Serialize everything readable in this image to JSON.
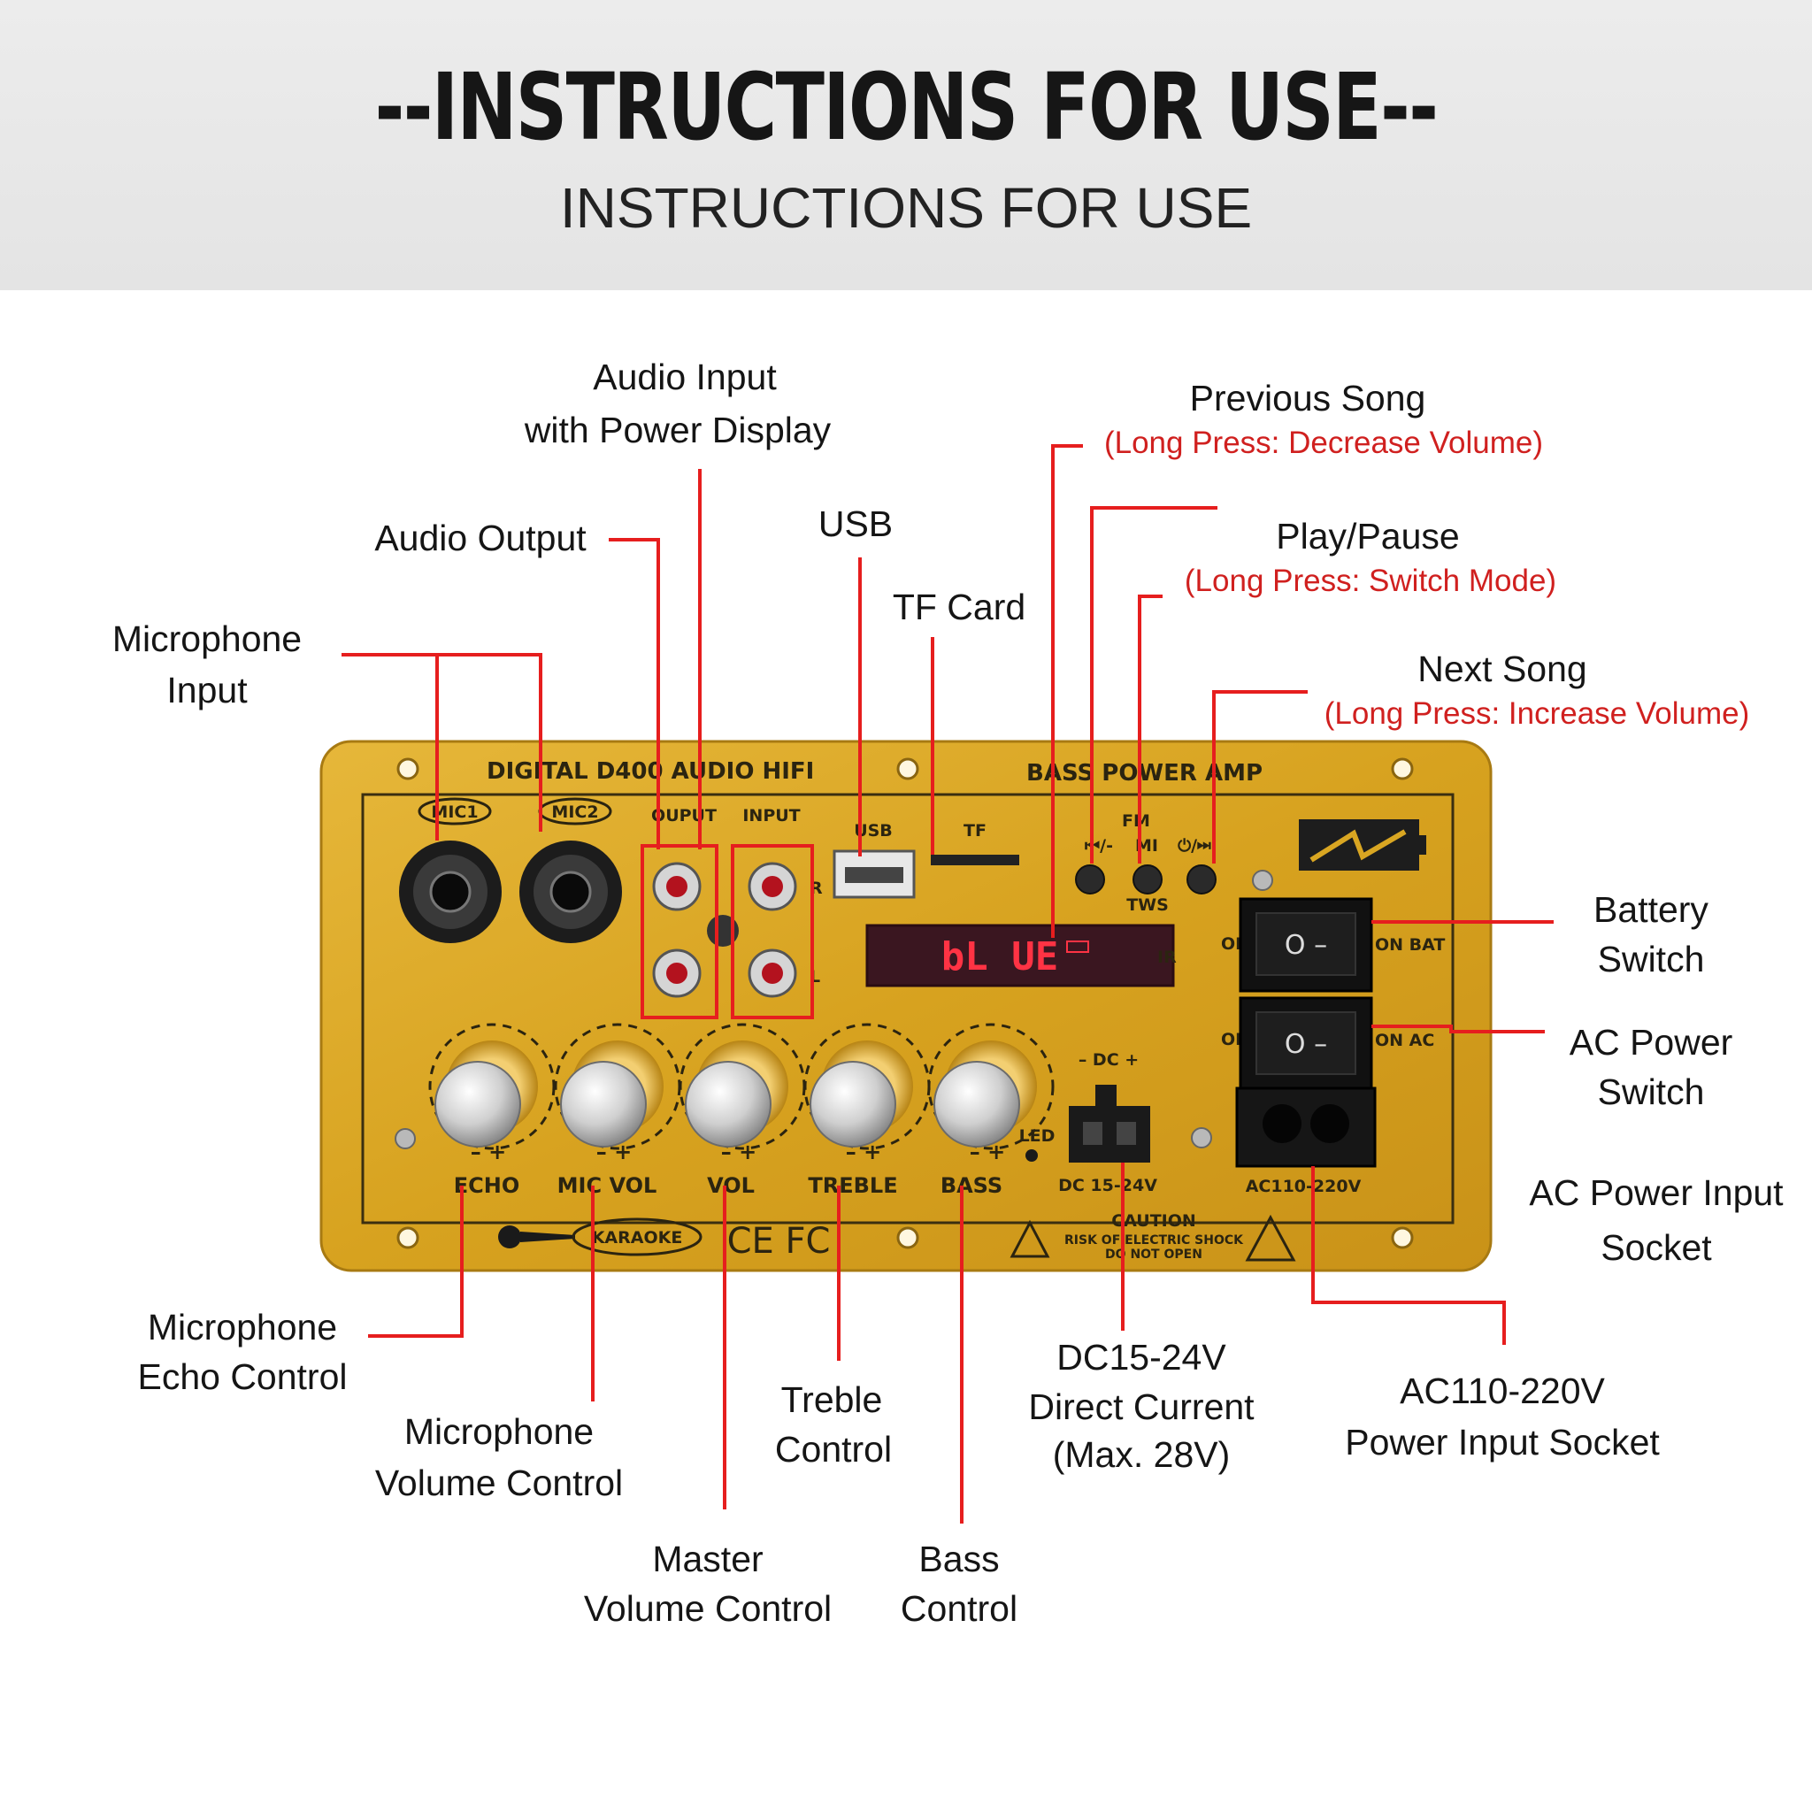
{
  "header": {
    "title": "--INSTRUCTIONS FOR USE--",
    "subtitle": "INSTRUCTIONS FOR USE"
  },
  "labels": {
    "audio_input": [
      "Audio Input",
      "with Power Display"
    ],
    "audio_output": "Audio Output",
    "microphone_input": [
      "Microphone",
      "Input"
    ],
    "usb": "USB",
    "tf_card": "TF Card",
    "previous_song": "Previous Song",
    "previous_song_note": "(Long Press: Decrease Volume)",
    "play_pause": "Play/Pause",
    "play_pause_note": "(Long Press: Switch Mode)",
    "next_song": "Next Song",
    "next_song_note": "(Long Press: Increase Volume)",
    "battery_switch": [
      "Battery",
      "Switch"
    ],
    "ac_power_switch": [
      "AC Power",
      "Switch"
    ],
    "ac_power_input_socket": [
      "AC Power Input",
      "Socket"
    ],
    "microphone_echo_control": [
      "Microphone",
      "Echo Control"
    ],
    "microphone_volume_control": [
      "Microphone",
      "Volume Control"
    ],
    "treble_control": [
      "Treble",
      "Control"
    ],
    "master_volume_control": [
      "Master",
      "Volume Control"
    ],
    "bass_control": [
      "Bass",
      "Control"
    ],
    "dc_input": [
      "DC15-24V",
      "Direct Current",
      "(Max. 28V)"
    ],
    "ac_socket": [
      "AC110-220V",
      "Power Input Socket"
    ]
  },
  "panel": {
    "brand_left": "DIGITAL  D400  AUDIO HIFI",
    "brand_right": "BASS   POWER   AMP",
    "mic1": "MIC1",
    "mic2": "MIC2",
    "output": "OUPUT",
    "input": "INPUT",
    "r": "R",
    "l": "L",
    "usb": "USB",
    "tf": "TF",
    "fm": "FM",
    "mi": "MI",
    "prev_btn": "⏮/-",
    "next_btn": "⏻/⏭",
    "tws": "TWS",
    "display": "bL UE",
    "ir": "IR",
    "off1": "OFF",
    "off2": "OFF",
    "on_bat": "ON BAT",
    "on_ac": "ON AC",
    "dc_polarity": "– DC +",
    "led": "LED",
    "knob_signs": "–   +",
    "echo": "ECHO",
    "mic_vol": "MIC VOL",
    "vol": "VOL",
    "treble": "TREBLE",
    "bass": "BASS",
    "dc_rating": "DC 15-24V",
    "ac_rating": "AC110-220V",
    "karaoke": "KARAOKE",
    "cert": "CE FC",
    "caution": "CAUTION",
    "caution_line1": "RISK OF ELECTRIC SHOCK",
    "caution_line2": "DO NOT OPEN",
    "switch_symbol": "O –"
  },
  "colors": {
    "leader_lines": "#e61e1e",
    "note_text": "#d0201f",
    "panel_gold": "#d9a622",
    "display_red": "#ff3344"
  }
}
